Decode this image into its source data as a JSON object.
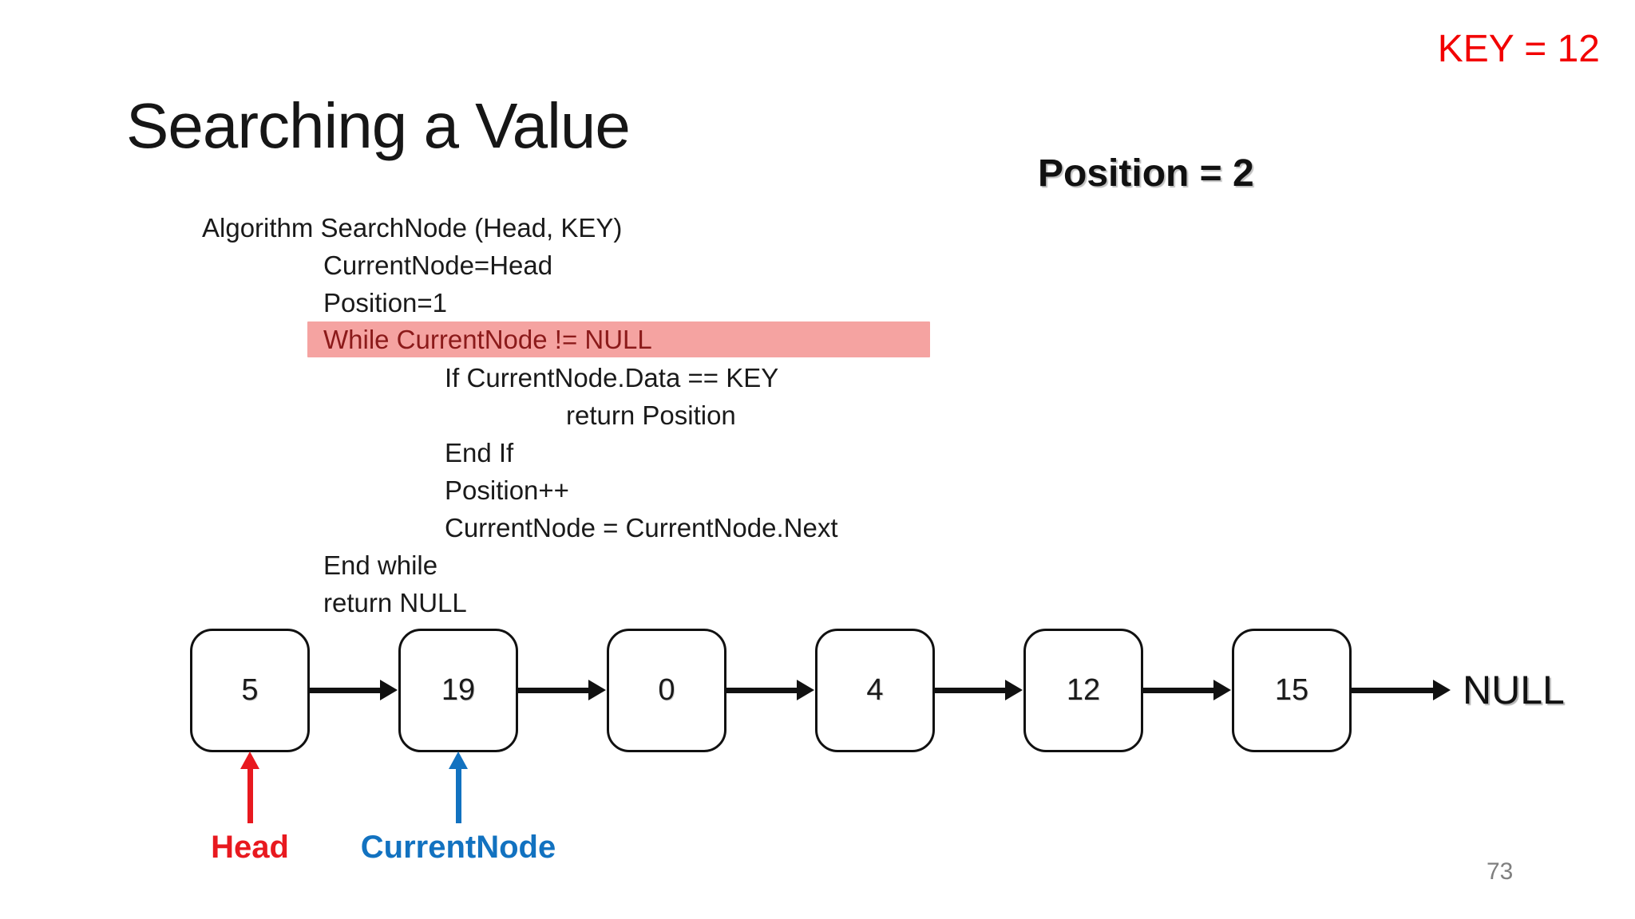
{
  "slide": {
    "key_label": "KEY = 12",
    "title": "Searching a Value",
    "position_label": "Position = 2",
    "page_number": "73"
  },
  "colors": {
    "key_red": "#f20000",
    "highlight_bg": "#f5a3a1",
    "highlight_text": "#8b1a1a",
    "head_red": "#e8191f",
    "current_blue": "#1272c0",
    "arrow_black": "#111111",
    "page_gray": "#7f7f7f"
  },
  "code": {
    "lines": [
      {
        "text": "Algorithm SearchNode (Head, KEY)",
        "indent": 0,
        "highlighted": false
      },
      {
        "text": "CurrentNode=Head",
        "indent": 1,
        "highlighted": false
      },
      {
        "text": "Position=1",
        "indent": 1,
        "highlighted": false
      },
      {
        "text": "While CurrentNode != NULL",
        "indent": 1,
        "highlighted": true
      },
      {
        "text": "If CurrentNode.Data == KEY",
        "indent": 2,
        "highlighted": false
      },
      {
        "text": "return Position",
        "indent": 3,
        "highlighted": false
      },
      {
        "text": "End If",
        "indent": 2,
        "highlighted": false
      },
      {
        "text": "Position++",
        "indent": 2,
        "highlighted": false
      },
      {
        "text": "CurrentNode = CurrentNode.Next",
        "indent": 2,
        "highlighted": false
      },
      {
        "text": "End while",
        "indent": 1,
        "highlighted": false
      },
      {
        "text": "return NULL",
        "indent": 1,
        "highlighted": false
      }
    ]
  },
  "diagram": {
    "nodes": [
      "5",
      "19",
      "0",
      "4",
      "12",
      "15"
    ],
    "null_label": "NULL",
    "pointers": [
      {
        "label": "Head",
        "node_index": 0,
        "color_key": "head_red"
      },
      {
        "label": "CurrentNode",
        "node_index": 1,
        "color_key": "current_blue"
      }
    ]
  }
}
